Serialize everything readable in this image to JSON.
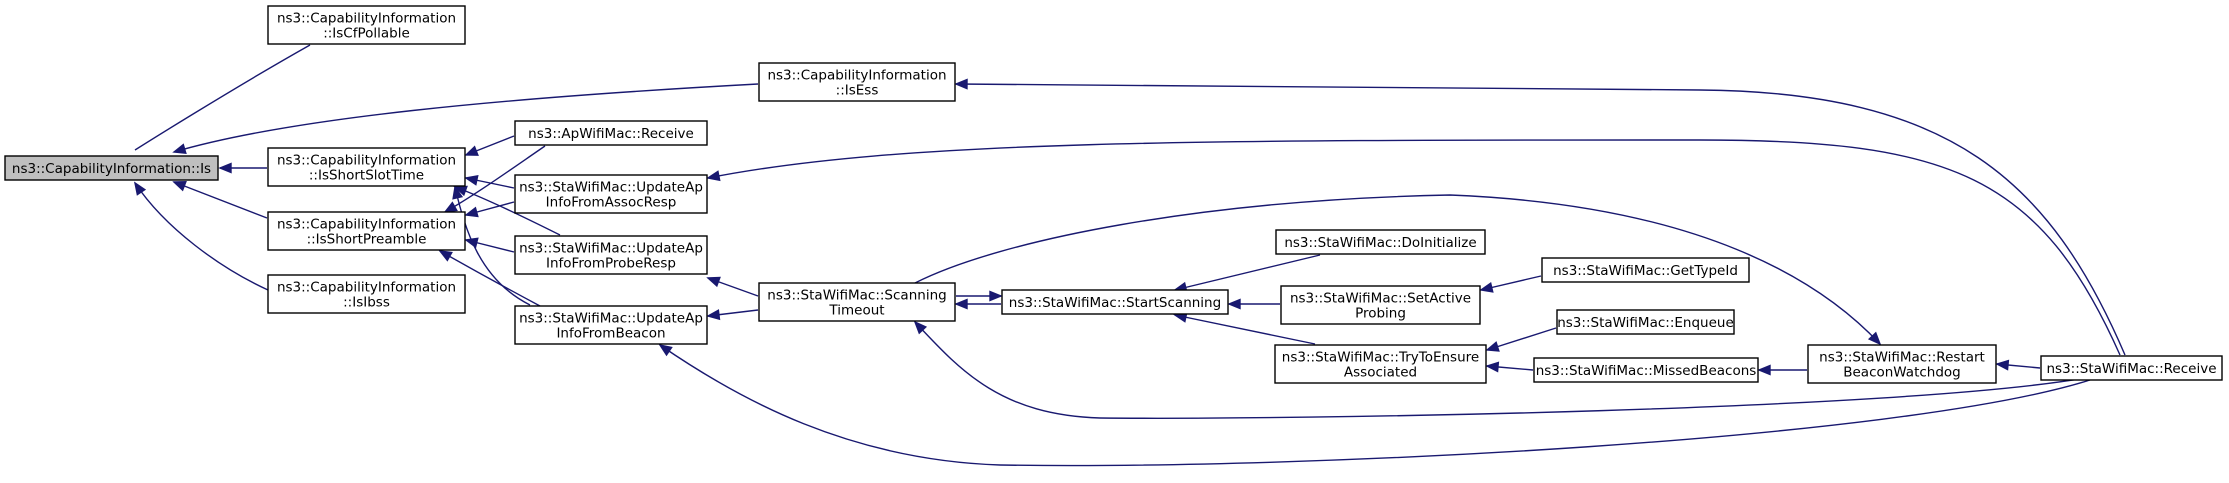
{
  "graph": {
    "focus_node": "ns3::CapabilityInformation::Is",
    "edge_color": "#191970",
    "focus_fill": "#bfbfbf",
    "nodes": [
      {
        "id": "is",
        "lines": [
          "ns3::CapabilityInformation::Is"
        ],
        "focus": true
      },
      {
        "id": "iscfpollable",
        "lines": [
          "ns3::CapabilityInformation",
          "::IsCfPollable"
        ]
      },
      {
        "id": "isess",
        "lines": [
          "ns3::CapabilityInformation",
          "::IsEss"
        ]
      },
      {
        "id": "isshortslottime",
        "lines": [
          "ns3::CapabilityInformation",
          "::IsShortSlotTime"
        ]
      },
      {
        "id": "isshortpreamble",
        "lines": [
          "ns3::CapabilityInformation",
          "::IsShortPreamble"
        ]
      },
      {
        "id": "isibss",
        "lines": [
          "ns3::CapabilityInformation",
          "::IsIbss"
        ]
      },
      {
        "id": "apreceive",
        "lines": [
          "ns3::ApWifiMac::Receive"
        ]
      },
      {
        "id": "updateassoc",
        "lines": [
          "ns3::StaWifiMac::UpdateAp",
          "InfoFromAssocResp"
        ]
      },
      {
        "id": "updateprobe",
        "lines": [
          "ns3::StaWifiMac::UpdateAp",
          "InfoFromProbeResp"
        ]
      },
      {
        "id": "updatebeacon",
        "lines": [
          "ns3::StaWifiMac::UpdateAp",
          "InfoFromBeacon"
        ]
      },
      {
        "id": "scantimeout",
        "lines": [
          "ns3::StaWifiMac::Scanning",
          "Timeout"
        ]
      },
      {
        "id": "startscan",
        "lines": [
          "ns3::StaWifiMac::StartScanning"
        ]
      },
      {
        "id": "doinit",
        "lines": [
          "ns3::StaWifiMac::DoInitialize"
        ]
      },
      {
        "id": "setactive",
        "lines": [
          "ns3::StaWifiMac::SetActive",
          "Probing"
        ]
      },
      {
        "id": "tryensure",
        "lines": [
          "ns3::StaWifiMac::TryToEnsure",
          "Associated"
        ]
      },
      {
        "id": "gettypeid",
        "lines": [
          "ns3::StaWifiMac::GetTypeId"
        ]
      },
      {
        "id": "enqueue",
        "lines": [
          "ns3::StaWifiMac::Enqueue"
        ]
      },
      {
        "id": "missed",
        "lines": [
          "ns3::StaWifiMac::MissedBeacons"
        ]
      },
      {
        "id": "restart",
        "lines": [
          "ns3::StaWifiMac::Restart",
          "BeaconWatchdog"
        ]
      },
      {
        "id": "stareceive",
        "lines": [
          "ns3::StaWifiMac::Receive"
        ]
      }
    ],
    "edges": [
      {
        "from": "iscfpollable",
        "to": "is"
      },
      {
        "from": "isess",
        "to": "is"
      },
      {
        "from": "isshortslottime",
        "to": "is"
      },
      {
        "from": "isshortpreamble",
        "to": "is"
      },
      {
        "from": "isibss",
        "to": "is"
      },
      {
        "from": "stareceive",
        "to": "isess"
      },
      {
        "from": "apreceive",
        "to": "isshortslottime"
      },
      {
        "from": "updateassoc",
        "to": "isshortslottime"
      },
      {
        "from": "updateprobe",
        "to": "isshortslottime"
      },
      {
        "from": "updatebeacon",
        "to": "isshortslottime"
      },
      {
        "from": "apreceive",
        "to": "isshortpreamble"
      },
      {
        "from": "updateassoc",
        "to": "isshortpreamble"
      },
      {
        "from": "updateprobe",
        "to": "isshortpreamble"
      },
      {
        "from": "updatebeacon",
        "to": "isshortpreamble"
      },
      {
        "from": "stareceive",
        "to": "updateassoc"
      },
      {
        "from": "scantimeout",
        "to": "updateprobe"
      },
      {
        "from": "scantimeout",
        "to": "updatebeacon"
      },
      {
        "from": "stareceive",
        "to": "updatebeacon"
      },
      {
        "from": "startscan",
        "to": "scantimeout"
      },
      {
        "from": "stareceive",
        "to": "scantimeout"
      },
      {
        "from": "scantimeout",
        "to": "startscan"
      },
      {
        "from": "doinit",
        "to": "startscan"
      },
      {
        "from": "setactive",
        "to": "startscan"
      },
      {
        "from": "tryensure",
        "to": "startscan"
      },
      {
        "from": "gettypeid",
        "to": "setactive"
      },
      {
        "from": "enqueue",
        "to": "tryensure"
      },
      {
        "from": "missed",
        "to": "tryensure"
      },
      {
        "from": "restart",
        "to": "missed"
      },
      {
        "from": "stareceive",
        "to": "restart"
      },
      {
        "from": "scantimeout",
        "to": "restart"
      }
    ]
  }
}
